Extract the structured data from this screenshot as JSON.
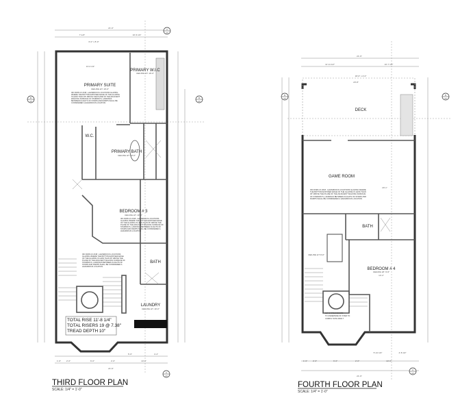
{
  "hazard_note": "IRC R308.4.6 2018 - HAZARDOUS LOCATIONS GLAZING WHERE THE BOTTOM EXPOSED EDGE OF THE GLAZING IS LESS THAN 36\" ABOVE THE PLANE OF THE ADJACENT WALKING SURFACE OF STAIRWAYS, LANDINGS BETWEEN FLIGHTS OF STAIRS AND RAMPS SHALL BE CONSIDERED A HAZARDOUS LOCATION",
  "section_marker": {
    "top": "A",
    "bottom": "A6",
    "side_top": "B",
    "side_bottom": "A6"
  },
  "third_floor": {
    "title": "THIRD FLOOR PLAN",
    "scale": "SCALE: 1/4\" = 1'-0\"",
    "rooms": {
      "primary_suite": "PRIMARY SUITE",
      "primary_suite_ceiling": "CEILING HT. 10'-0\"",
      "primary_wic": "PRIMARY W.I.C",
      "primary_wic_ceiling": "CEILING HT. 10'-0\"",
      "wc": "W.C.",
      "primary_bath": "PRIMARY BATH",
      "primary_bath_ceiling": "CEILING HT. 10'-0\"",
      "bedroom3": "BEDROOM # 3",
      "bedroom3_ceiling": "CEILING HT. 10'-0\"",
      "bath": "BATH",
      "laundry": "LAUNDRY",
      "laundry_ceiling": "CEILING HT. 10'-0\""
    },
    "stair_note": [
      "TOTAL RISE 11'-8 1/4\"",
      "TOTAL RISERS 19 @ 7.38\"",
      "TREAD DEPTH 10\""
    ],
    "dims": {
      "overall": "21'-6\"",
      "top_left": "7'-1/2\"",
      "top_right": "10'-6 1/2\"",
      "top_small": "6'-0\" x 8'-0\"",
      "suite_width": "13'-0 1/2\"",
      "bottom": [
        "1'-6\"",
        "2'-0\"",
        "6'-0\"",
        "2'-0\"",
        "10'-6\""
      ],
      "bottom_right": [
        "5'-6\"",
        "4'-4\""
      ]
    }
  },
  "fourth_floor": {
    "title": "FOURTH FLOOR PLAN",
    "scale": "SCALE: 1/4\" = 1'-0\"",
    "rooms": {
      "deck": "DECK",
      "game_room": "GAME ROOM",
      "bath": "BATH",
      "bedroom4": "BEDROOM # 4",
      "bedroom4_ceiling": "CEILING HT. 9'-0\"",
      "ceiling_left": "CEILING HT 9'-0\""
    },
    "gypsum_note": [
      "1/2\" GYPSUM BOARD",
      "TO UNDERSIDE OF STAIR TO",
      "COMPLY WITH R302.7"
    ],
    "dims": {
      "overall": "21'-6\"",
      "top_left": "11'-11 1/2\"",
      "top_right": "10'-7 1/2\"",
      "deck_opening": "18'-0\" x 4'-0\"",
      "deck_width": "20'-8\"",
      "game_width": "20'-1\"",
      "bedroom_width": "12'-2\"",
      "bottom": [
        "1'-6\"",
        "2'-0\"",
        "6'-0\"",
        "2'-0\"",
        "10'-6\""
      ],
      "bottom_right": [
        "5'-10 1/2\"",
        "4'-8 1/2\""
      ]
    }
  }
}
